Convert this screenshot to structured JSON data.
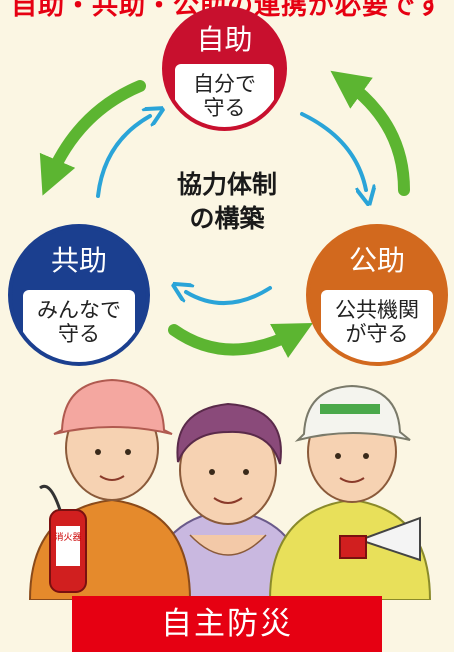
{
  "top_banner": "自助・共助・公助の連携が必要です",
  "self_help": {
    "title": "自助",
    "line1": "自分で",
    "line2": "守る"
  },
  "mutual_help": {
    "title": "共助",
    "line1": "みんなで",
    "line2": "守る"
  },
  "public_help": {
    "title": "公助",
    "line1": "公共機関",
    "line2": "が守る"
  },
  "center": {
    "line1": "協力体制",
    "line2": "の構築"
  },
  "extinguisher_label": "消火器",
  "bottom_banner": "自主防災",
  "colors": {
    "self": "#c8102e",
    "mutual": "#1b3f8f",
    "public": "#d2691e",
    "green_arrow": "#5cb531",
    "blue_arrow": "#2aa4d8",
    "banner": "#e60012"
  }
}
